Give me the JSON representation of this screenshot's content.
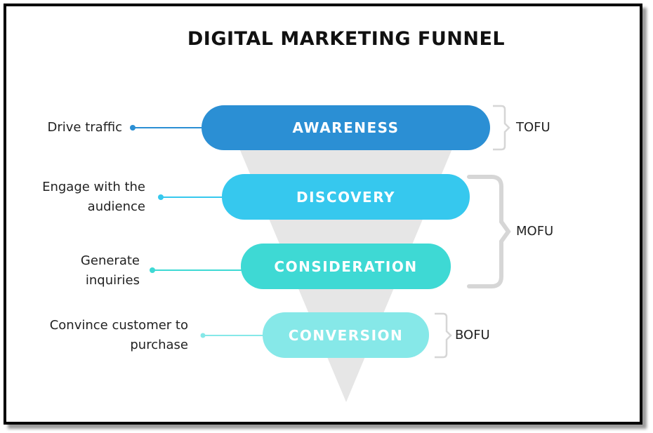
{
  "title": "DIGITAL MARKETING FUNNEL",
  "stages": [
    {
      "name": "AWARENESS",
      "description": "Drive traffic",
      "color": "#2b8fd4"
    },
    {
      "name": "DISCOVERY",
      "description": "Engage with the audience",
      "color": "#36c8ee"
    },
    {
      "name": "CONSIDERATION",
      "description": "Generate inquiries",
      "color": "#3ed9d4"
    },
    {
      "name": "CONVERSION",
      "description": "Convince customer to purchase",
      "color": "#86e8e8"
    }
  ],
  "groups": [
    "TOFU",
    "MOFU",
    "BOFU"
  ],
  "funnel_color": "#e6e6e6",
  "brace_color": "#d6d6d6"
}
